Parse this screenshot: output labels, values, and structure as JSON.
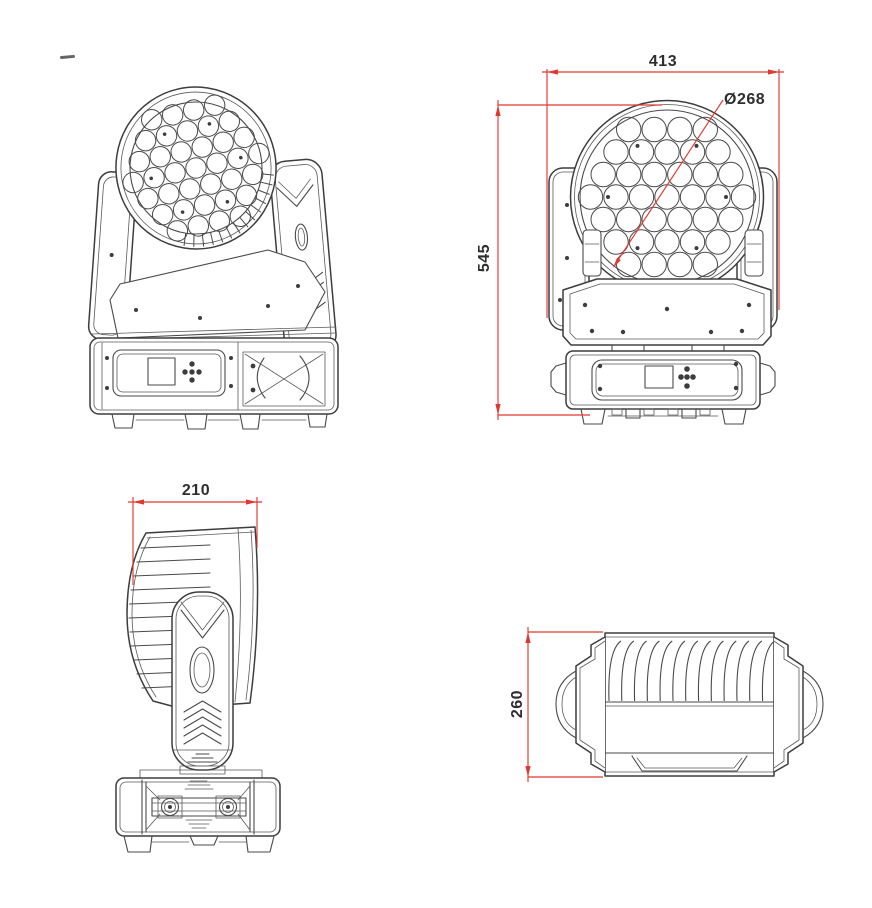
{
  "drawing": {
    "dim_front_width": "413",
    "dim_front_height": "545",
    "dim_lens_diameter": "Ø268",
    "dim_side_depth": "210",
    "dim_top_depth": "260"
  },
  "fixture": {
    "lens_rows": [
      4,
      5,
      6,
      7,
      6,
      5,
      4
    ],
    "lens_total": 37,
    "top_view_fin_count": 13,
    "side_view_fin_count": 11
  },
  "colors": {
    "dimension_line": "#e0382f",
    "dimension_text": "#2e2e2e",
    "drawing_line": "#3d3d3d"
  }
}
